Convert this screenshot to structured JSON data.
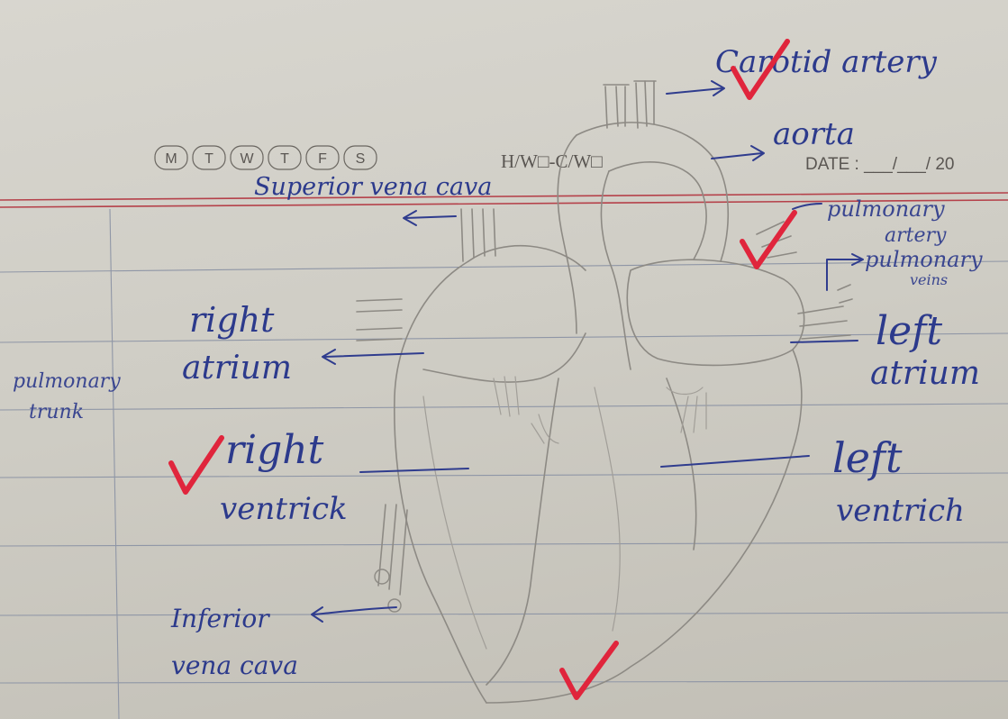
{
  "header": {
    "days": [
      "M",
      "T",
      "W",
      "T",
      "F",
      "S"
    ],
    "hw_cw": "H/W□-C/W□",
    "date": "DATE : ___/___/ 20"
  },
  "labels": {
    "carotid_artery": "Carotid artery",
    "aorta": "aorta",
    "superior_vena_cava": "Superior vena cava",
    "pulmonary_artery_line1": "pulmonary",
    "pulmonary_artery_line2": "artery",
    "pulmonary_veins_line1": "pulmonary",
    "pulmonary_veins_line2": "veins",
    "right_atrium_line1": "right",
    "right_atrium_line2": "atrium",
    "left_atrium_line1": "left",
    "left_atrium_line2": "atrium",
    "pulmonary_trunk_line1": "pulmonary",
    "pulmonary_trunk_line2": "trunk",
    "right_ventricle_line1": "right",
    "right_ventricle_line2": "ventrick",
    "left_ventricle_line1": "left",
    "left_ventricle_line2": "ventrich",
    "inferior_vena_cava_line1": "Inferior",
    "inferior_vena_cava_line2": "vena cava"
  },
  "colors": {
    "ink": "#2f3c8e",
    "pencil": "#8d8a84",
    "tick": "#e0253c",
    "paper": "#d3d1ca"
  }
}
